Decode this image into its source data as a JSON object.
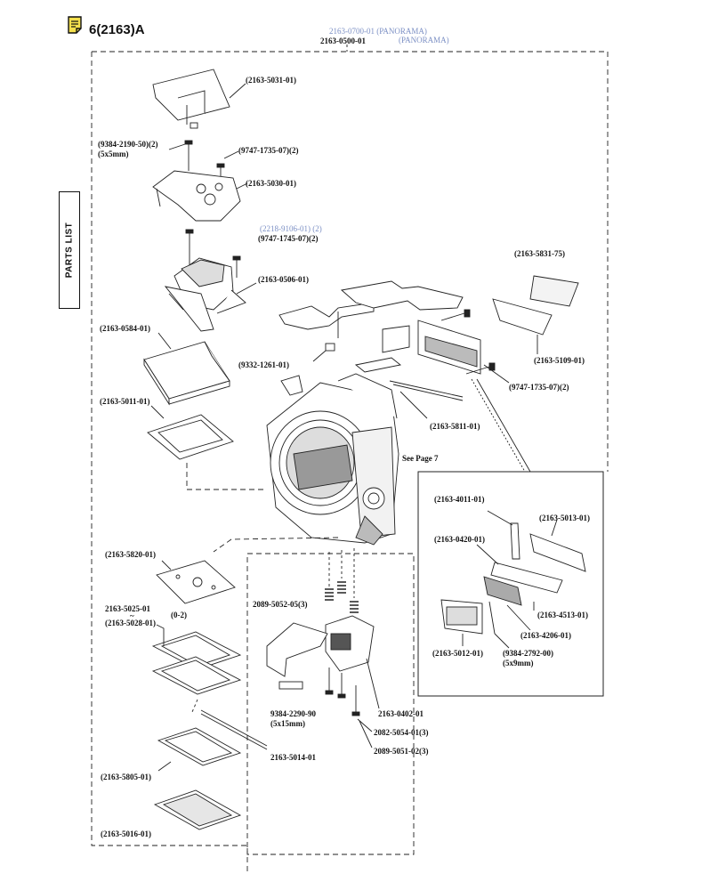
{
  "header": {
    "page_code": "6(2163)A",
    "assembly_code": "2163-0500-01",
    "overlay_line1": "2163-0700-01 (PANORAMA)",
    "overlay_line2": "(PANORAMA)"
  },
  "side_tab": {
    "label": "PARTS LIST"
  },
  "callouts": {
    "c_5031": "(2163-5031-01)",
    "c_9384_2190": "(9384-2190-50)(2)",
    "c_5x5": "(5x5mm)",
    "c_9747_1": "(9747-1735-07)(2)",
    "c_5030": "(2163-5030-01)",
    "c_2218_blue": "(2218-9106-01) (2)",
    "c_9747_1745": "(9747-1745-07)(2)",
    "c_0506": "(2163-0506-01)",
    "c_5831": "(2163-5831-75)",
    "c_0584": "(2163-0584-01)",
    "c_9332": "(9332-1261-01)",
    "c_5109": "(2163-5109-01)",
    "c_9747_2": "(9747-1735-07)(2)",
    "c_5011": "(2163-5011-01)",
    "c_5811": "(2163-5811-01)",
    "c_see7": "See Page 7",
    "c_4011": "(2163-4011-01)",
    "c_5013": "(2163-5013-01)",
    "c_0420": "(2163-0420-01)",
    "c_4513": "(2163-4513-01)",
    "c_4206": "(2163-4206-01)",
    "c_5012": "(2163-5012-01)",
    "c_9384_2792": "(9384-2792-00)",
    "c_5x9": "(5x9mm)",
    "c_5820": "(2163-5820-01)",
    "c_5025": "2163-5025-01",
    "c_tilde": "~",
    "c_5028": "(2163-5028-01)",
    "c_02": "(0-2)",
    "c_2089_5052": "2089-5052-05(3)",
    "c_9384_2290": "9384-2290-90",
    "c_5x15": "(5x15mm)",
    "c_0402": "2163-0402-01",
    "c_2082": "2082-5054-01(3)",
    "c_2089_5051": "2089-5051-02(3)",
    "c_5014": "2163-5014-01",
    "c_5805": "(2163-5805-01)",
    "c_5016": "(2163-5016-01)"
  }
}
